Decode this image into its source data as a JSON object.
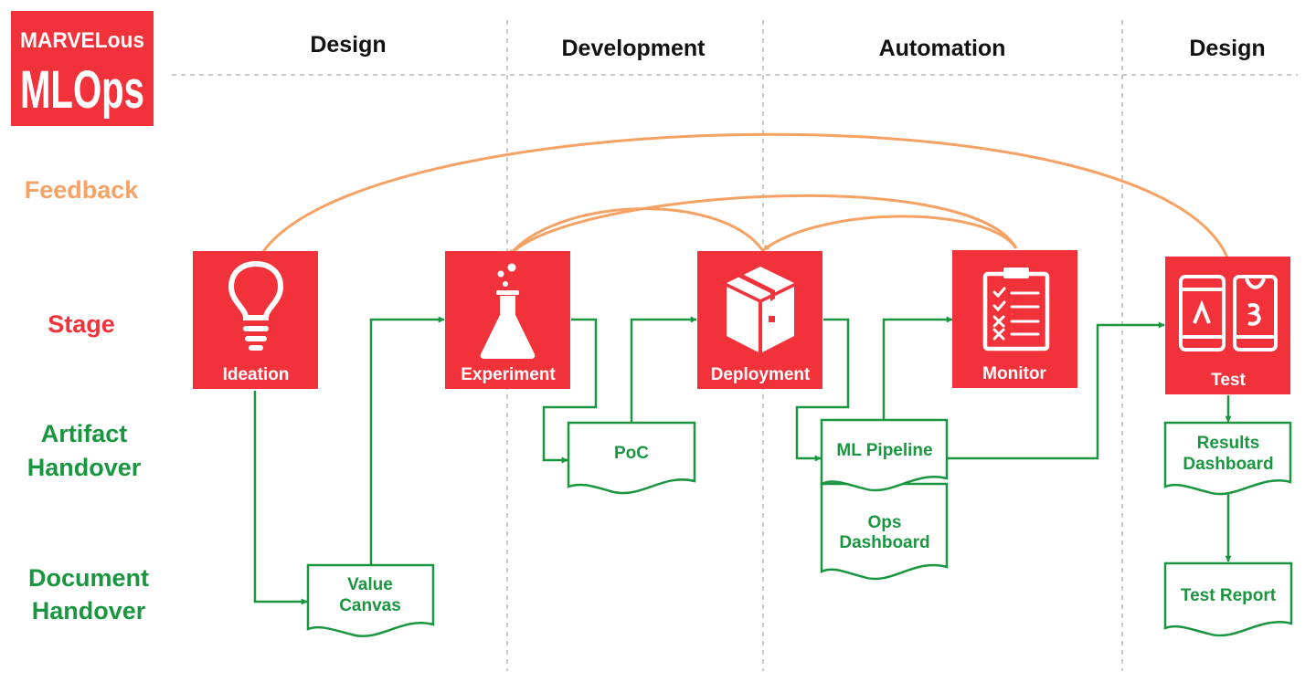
{
  "logo": {
    "line1": "MARVELous",
    "line2": "MLOps"
  },
  "phases": [
    "Design",
    "Development",
    "Automation",
    "Design"
  ],
  "rows": {
    "feedback": [
      "Feedback"
    ],
    "stage": [
      "Stage"
    ],
    "artifact": [
      "Artifact",
      "Handover"
    ],
    "document": [
      "Document",
      "Handover"
    ]
  },
  "stages": [
    "Ideation",
    "Experiment",
    "Deployment",
    "Monitor",
    "Test"
  ],
  "handovers": {
    "value_canvas": [
      "Value",
      "Canvas"
    ],
    "poc": [
      "PoC"
    ],
    "ml_pipeline": [
      "ML Pipeline"
    ],
    "ops_dashboard": [
      "Ops",
      "Dashboard"
    ],
    "results_dashboard": [
      "Results",
      "Dashboard"
    ],
    "test_report": [
      "Test Report"
    ]
  },
  "colors": {
    "stage_red": "#f2323a",
    "feedback_orange": "#f5a264",
    "flow_green": "#1a9540",
    "divider_gray": "#b8b8b8"
  },
  "icons": {
    "ideation": "lightbulb-icon",
    "experiment": "flask-icon",
    "deployment": "box-icon",
    "monitor": "clipboard-icon",
    "test": "mobile-devices-icon"
  }
}
